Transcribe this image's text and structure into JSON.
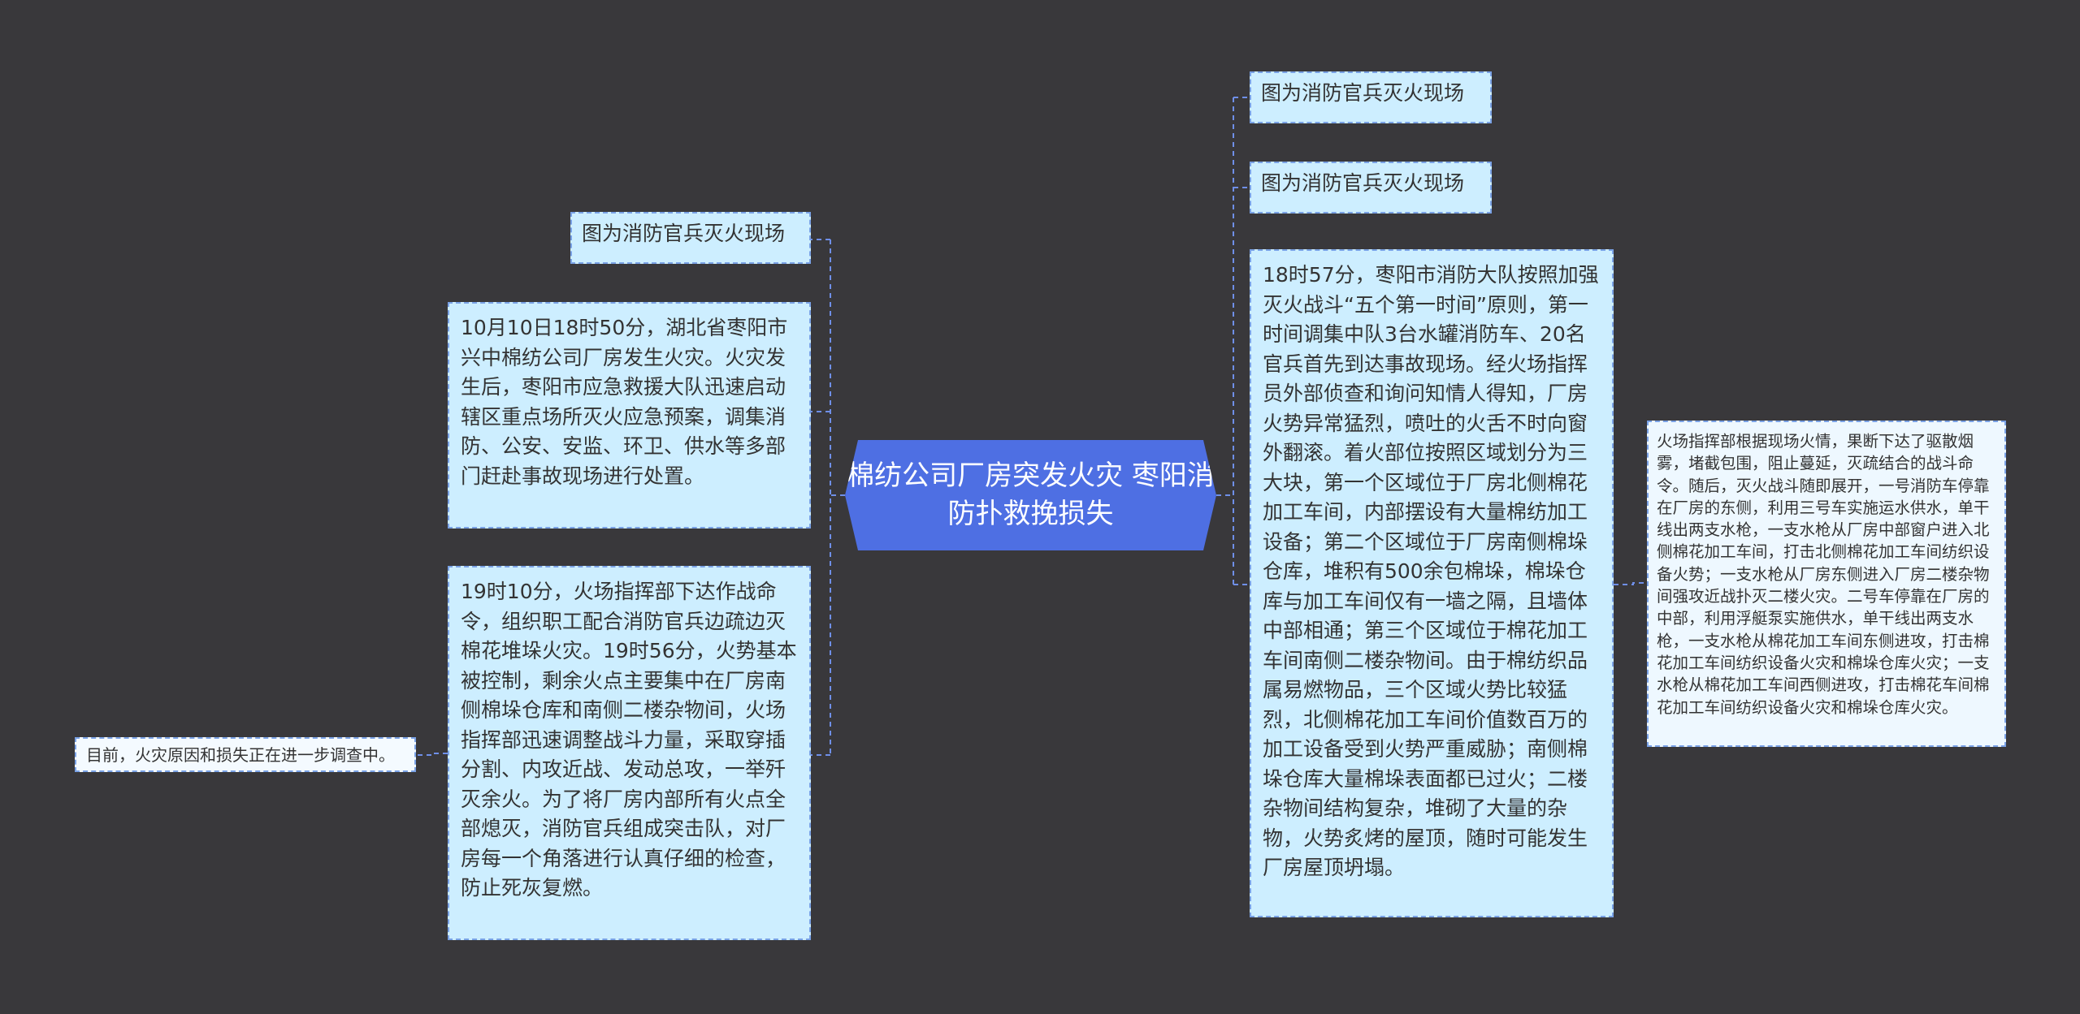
{
  "center_topic": "棉纺公司厂房突发火灾 枣阳消防扑救挽损失",
  "left_nodes": [
    {
      "text": "图为消防官兵灭火现场"
    },
    {
      "text": "10月10日18时50分，湖北省枣阳市兴中棉纺公司厂房发生火灾。火灾发生后，枣阳市应急救援大队迅速启动辖区重点场所灭火应急预案，调集消防、公安、安监、环卫、供水等多部门赶赴事故现场进行处置。"
    },
    {
      "text": "19时10分，火场指挥部下达作战命令，组织职工配合消防官兵边疏边灭棉花堆垛火灾。19时56分，火势基本被控制，剩余火点主要集中在厂房南侧棉垛仓库和南侧二楼杂物间，火场指挥部迅速调整战斗力量，采取穿插分割、内攻近战、发动总攻，一举歼灭余火。为了将厂房内部所有火点全部熄灭，消防官兵组成突击队，对厂房每一个角落进行认真仔细的检查，防止死灰复燃。"
    }
  ],
  "left_child_node": {
    "text": "目前，火灾原因和损失正在进一步调查中。"
  },
  "right_nodes": [
    {
      "text": "图为消防官兵灭火现场"
    },
    {
      "text": "图为消防官兵灭火现场"
    },
    {
      "text": "18时57分，枣阳市消防大队按照加强灭火战斗“五个第一时间”原则，第一时间调集中队3台水罐消防车、20名官兵首先到达事故现场。经火场指挥员外部侦查和询问知情人得知，厂房火势异常猛烈，喷吐的火舌不时向窗外翻滚。着火部位按照区域划分为三大块，第一个区域位于厂房北侧棉花加工车间，内部摆设有大量棉纺加工设备；第二个区域位于厂房南侧棉垛仓库，堆积有500余包棉垛，棉垛仓库与加工车间仅有一墙之隔，且墙体中部相通；第三个区域位于棉花加工车间南侧二楼杂物间。由于棉纺织品属易燃物品，三个区域火势比较猛烈，北侧棉花加工车间价值数百万的加工设备受到火势严重威胁；南侧棉垛仓库大量棉垛表面都已过火；二楼杂物间结构复杂，堆砌了大量的杂物，火势炙烤的屋顶，随时可能发生厂房屋顶坍塌。"
    }
  ],
  "right_child_node": {
    "text": "火场指挥部根据现场火情，果断下达了驱散烟雾，堵截包围，阻止蔓延，灭疏结合的战斗命令。随后，灭火战斗随即展开，一号消防车停靠在厂房的东侧，利用三号车实施运水供水，单干线出两支水枪，一支水枪从厂房中部窗户进入北侧棉花加工车间，打击北侧棉花加工车间纺织设备火势；一支水枪从厂房东侧进入厂房二楼杂物间强攻近战扑灭二楼火灾。二号车停靠在厂房的中部，利用浮艇泵实施供水，单干线出两支水枪，一支水枪从棉花加工车间东侧进攻，打击棉花加工车间纺织设备火灾和棉垛仓库火灾；一支水枪从棉花加工车间西侧进攻，打击棉花车间棉花加工车间纺织设备火灾和棉垛仓库火灾。"
  },
  "colors": {
    "background": "#39383b",
    "center_fill": "#4e6fe3",
    "node_fill": "#cdeeff",
    "node_border": "#7aa2e6",
    "connector": "#6f8fe8"
  }
}
